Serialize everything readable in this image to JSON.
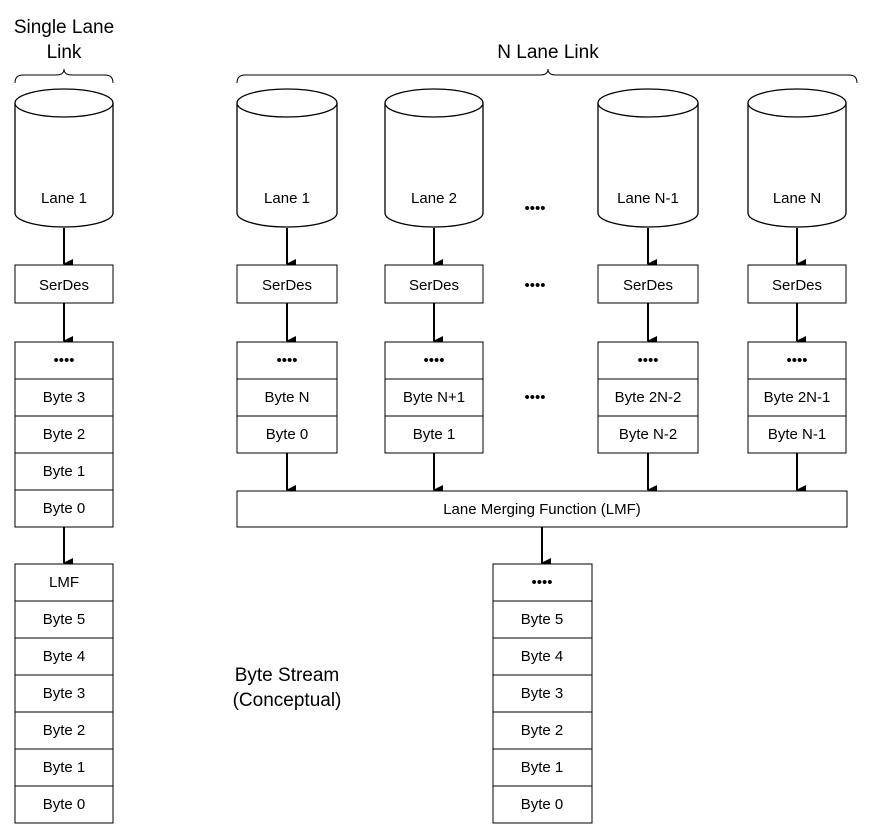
{
  "single": {
    "title_line1": "Single Lane",
    "title_line2": "Link",
    "lane": "Lane 1",
    "serdes": "SerDes",
    "dots": "••••",
    "bytes": [
      "Byte 3",
      "Byte 2",
      "Byte 1",
      "Byte 0"
    ]
  },
  "n_title": "N Lane Link",
  "lanes": [
    {
      "lane": "Lane 1",
      "serdes": "SerDes",
      "dots": "••••",
      "hi": "Byte N",
      "lo": "Byte 0"
    },
    {
      "lane": "Lane 2",
      "serdes": "SerDes",
      "dots": "••••",
      "hi": "Byte N+1",
      "lo": "Byte 1"
    },
    {
      "lane": "Lane N-1",
      "serdes": "SerDes",
      "dots": "••••",
      "hi": "Byte 2N-2",
      "lo": "Byte N-2"
    },
    {
      "lane": "Lane N",
      "serdes": "SerDes",
      "dots": "••••",
      "hi": "Byte 2N-1",
      "lo": "Byte N-1"
    }
  ],
  "gap_dots": "••••",
  "lmf_label": "Lane Merging Function (LMF)",
  "stream_left": [
    "LMF",
    "Byte 5",
    "Byte 4",
    "Byte 3",
    "Byte 2",
    "Byte 1",
    "Byte 0"
  ],
  "stream_right": [
    "••••",
    "Byte 5",
    "Byte 4",
    "Byte 3",
    "Byte 2",
    "Byte 1",
    "Byte 0"
  ],
  "stream_label_line1": "Byte Stream",
  "stream_label_line2": "(Conceptual)"
}
